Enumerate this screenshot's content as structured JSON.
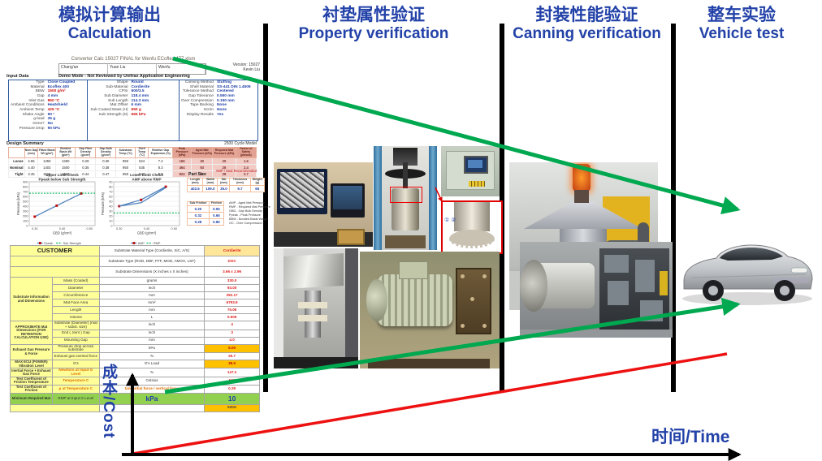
{
  "columns": [
    {
      "zh": "模拟计算输出",
      "en": "Calculation"
    },
    {
      "zh": "衬垫属性验证",
      "en": "Property verification"
    },
    {
      "zh": "封装性能验证",
      "en": "Canning verification"
    },
    {
      "zh": "整车实验",
      "en": "Vehicle test"
    }
  ],
  "axis": {
    "cost": "成本/Cost",
    "time": "时间/Time"
  },
  "report": {
    "title": "Converter Calc 15027 FINAL for Wenfu ECoflex 477.xlsm",
    "meta": {
      "cells": [
        "Chang'an",
        "Yuan Liu",
        "Wenfu"
      ],
      "version": "Version: 15027",
      "engineer": "Kevin Liu"
    },
    "input_label": "Input Data",
    "mode_note": "Demo Mode - Not Reviewed by Unifrax Application Engineering",
    "input": {
      "col1": [
        [
          "Type",
          "Close Coupled"
        ],
        [
          "Material",
          "Ecoflex 400"
        ],
        [
          "BBW",
          "1500 g/m²",
          "r"
        ],
        [
          "Gap",
          "4 mm"
        ],
        [
          "Inlet Gas",
          "850 °C",
          "r"
        ],
        [
          "Ambient Conditions",
          "Heatshield"
        ],
        [
          "Ambient Temp",
          "425 °C",
          "r"
        ],
        [
          "Shake Angle",
          "90 °"
        ],
        [
          "g-load",
          "35 g"
        ],
        [
          "Grms?",
          "No"
        ],
        [
          "Pressure Drop",
          "90 kPa"
        ]
      ],
      "col2": [
        [
          "Shape",
          "Round"
        ],
        [
          "Sub-Material",
          "Cordierite"
        ],
        [
          "CPSI",
          "600/3.5"
        ],
        [
          "Sub Diameter",
          "118.4 mm"
        ],
        [
          "Sub Length",
          "114.3 mm"
        ],
        [
          "Mat Offset",
          "6 mm"
        ],
        [
          "Sub Coated Mass (H)",
          "650 g",
          "r"
        ],
        [
          "Sub Strength (D)",
          "665 kPa",
          "r"
        ]
      ],
      "col3": [
        [
          "Canning Method",
          "Stuffing"
        ],
        [
          "Shell Material",
          "SS-441 DIN 1.4509"
        ],
        [
          "Tolerance Method",
          "Centered"
        ],
        [
          "Gap Tolerance",
          "0.550 mm"
        ],
        [
          "Over Compression",
          "0.150 mm"
        ],
        [
          "Tape Backing",
          "None"
        ],
        [
          "Scrim",
          "None"
        ],
        [
          "Display Results",
          "Yes"
        ]
      ]
    },
    "design_summary": {
      "label": "Design Summary",
      "model": "2500 Cycle Model",
      "headers": [
        "",
        "Nom Gap (mm)",
        "Fitted Basis Wt (g/m²)",
        "Bonded Basis Wt (g/m²)",
        "Gap Fiber Density (g/cm³)",
        "Gap Bulk Density (g/cm³)",
        "Substrate Temp (°C)",
        "Shell Temp (°C)",
        "Relative Gap Expansion (%)",
        "Peak Pressure (kPa)",
        "Aged Mat Pressure (kPa)",
        "Required Mat Pressure (kPa)",
        "Factor of Safety (pk/sub)"
      ],
      "rows": [
        [
          "Loose",
          "4.55",
          "1250",
          "1360",
          "0.28",
          "0.30",
          "950",
          "524",
          "7.2",
          "165",
          "30",
          "25",
          "1.6"
        ],
        [
          "Nominal",
          "4.40",
          "1403",
          "1500",
          "0.35",
          "0.38",
          "950",
          "535",
          "8.3",
          "464",
          "93",
          "26",
          "2.4"
        ],
        [
          "Tight",
          "3.45",
          "1515",
          "1620",
          "0.44",
          "0.47",
          "950",
          "548",
          "9.9",
          "824",
          "81",
          "28",
          "2.7"
        ]
      ],
      "note": "AMP / Seal Recommended"
    },
    "part_size": {
      "label": "Part Size",
      "headers": [
        "Length (mm)",
        "Width (mm)",
        "Tab (mm)",
        "Thickness (mm)",
        "Weight (g)"
      ],
      "values": [
        "402.6",
        "109.0",
        "35.0",
        "9.7",
        "65"
      ]
    },
    "friction": {
      "headers": [
        "Sub Friction",
        "Friction"
      ],
      "rows": [
        [
          "0.20",
          "0.50"
        ],
        [
          "0.32",
          "0.65"
        ],
        [
          "0.28",
          "0.80"
        ]
      ]
    },
    "abbreviations": [
      "AMP - Aged Mat Pressure",
      "RMP - Required Mat Pressure",
      "GBD - Gap Bulk Density",
      "Ppeak - Peak Pressure",
      "BBW - Bonded Basis Weight",
      "OC - Over Compression"
    ]
  },
  "chart_data": [
    {
      "type": "line",
      "title": "Upper Limit Check",
      "subtitle": "Ppeak below Sub Strength",
      "xlabel": "GBD (g/cm³)",
      "ylabel": "Pressure (kPa)",
      "xlim": [
        0.28,
        0.52
      ],
      "ylim": [
        0,
        900
      ],
      "ytick_step": 100,
      "xticks": [
        0.3,
        0.4,
        0.5
      ],
      "grid": true,
      "legend_position": "bottom",
      "series": [
        {
          "name": "Ppeak",
          "x": [
            0.3,
            0.38,
            0.47
          ],
          "y": [
            185,
            410,
            660
          ],
          "color": "#4f81bd",
          "marker": "#c00000",
          "inLegend": true
        },
        {
          "name": "Sub Strength",
          "const": 665,
          "style": "dashed",
          "color": "#00b050",
          "inLegend": true
        }
      ]
    },
    {
      "type": "line",
      "title": "Lower Limit Check",
      "subtitle": "AMP above RMP",
      "xlabel": "GBD (g/cm³)",
      "ylabel": "Pressure (kPa)",
      "xlim": [
        0.28,
        0.52
      ],
      "ylim": [
        0,
        90
      ],
      "ytick_step": 10,
      "xticks": [
        0.3,
        0.4,
        0.5
      ],
      "grid": true,
      "legend_position": "bottom",
      "series": [
        {
          "name": "AMP",
          "x": [
            0.3,
            0.38,
            0.47
          ],
          "y": [
            40,
            53,
            80
          ],
          "color": "#4f81bd",
          "marker": "#c00000",
          "inLegend": true
        },
        {
          "name": "AMP return",
          "x": [
            0.3,
            0.38,
            0.47
          ],
          "y": [
            40,
            47,
            78
          ],
          "color": "#4f81bd",
          "inLegend": false
        },
        {
          "name": "RMP",
          "const": 26,
          "style": "dashed",
          "color": "#00b050",
          "inLegend": true
        }
      ]
    }
  ],
  "spreadsheet": {
    "rows": [
      {
        "a": {
          "t": "CUSTOMER",
          "span": 1,
          "colspan": 2,
          "cls": "cust"
        },
        "c": "Substrate Material Type (Cordierite, SiC, A/S)",
        "d": "Cordierite",
        "dCls": "hl",
        "h": 13
      },
      {
        "a": {
          "t": "",
          "span": 1,
          "colspan": 2
        },
        "c": "Substrate Type (ROD, DBF, FFF, MOD, AMOX, LSF)",
        "d": "DOC",
        "h": 13
      },
      {
        "a": {
          "t": "",
          "span": 1,
          "colspan": 2
        },
        "c": "Substrate Dimensions (X inches x X inches)",
        "d": "3.66 x 2.96",
        "h": 13
      },
      {
        "a": {
          "t": "Substrate Information and Dimensions",
          "span": 6
        },
        "b": "Mass (Coated)",
        "c": "grams",
        "d": "330.0"
      },
      {
        "b": "Diameter",
        "c": "inch",
        "d": "93.00"
      },
      {
        "b": "Circumference",
        "c": "mm",
        "d": "292.17"
      },
      {
        "b": "Mat Face Area",
        "c": "mm²",
        "d": "6793.9"
      },
      {
        "b": "Length",
        "c": "mm",
        "d": "75.06"
      },
      {
        "b": "Volume",
        "c": "L",
        "d": "0.909"
      },
      {
        "a": {
          "t": "APPROXIMATE Mat Dimensions (FOR RETENTION CALCULATION USE)",
          "span": 3
        },
        "b": "Substrate (Diameter) (mat + subst. size)",
        "c": "inch",
        "d": "4"
      },
      {
        "b": "End ( Joint ) Gap",
        "c": "inch",
        "d": "3"
      },
      {
        "b": "Mounting Gap",
        "c": "mm",
        "d": "4.0"
      },
      {
        "a": {
          "t": "Exhaust Gas Pressure & Force",
          "span": 2
        },
        "b": "Pressure drop across substrate",
        "c": "kPa",
        "d": "5.00",
        "dCls": "org"
      },
      {
        "b": "Exhaust gas exerted force",
        "c": "N",
        "d": "26.7"
      },
      {
        "a": {
          "t": "MAX ECU (POWER) Vibration Level",
          "span": 1
        },
        "b": "G's",
        "c": "G's Load",
        "d": "35.0",
        "dCls": "org"
      },
      {
        "a": {
          "t": "Inertial Force + Exhaust Gas Force",
          "span": 1
        },
        "b": "Newtons at Input G Level",
        "bCls": "orgt",
        "c": "N",
        "d": "147.2"
      },
      {
        "a": {
          "t": "Test Coefficient of Friction Temperature",
          "span": 1
        },
        "b": "Temperature C",
        "bCls": "orgt",
        "c": "Celsius",
        "d": "500"
      },
      {
        "a": {
          "t": "Test Coefficient of Friction",
          "span": 1
        },
        "b": "μ at Temperature C",
        "bCls": "orgt",
        "c": "tangential force / vertical force",
        "cCls": "orgt",
        "d": "0.29"
      },
      {
        "a": {
          "t": "Minimum Required Mat",
          "span": 1
        },
        "b": "RMP at Input G Level",
        "c": "kPa",
        "cCls": "big",
        "d": "10",
        "dCls": "big",
        "h": 14,
        "rowCls": "greenrow"
      },
      {
        "a": {
          "t": "",
          "span": 1,
          "colspan": 2
        },
        "c": "",
        "d": "530G",
        "dCls": "ftr",
        "h": 8
      }
    ]
  },
  "inset_marks": "① ②"
}
